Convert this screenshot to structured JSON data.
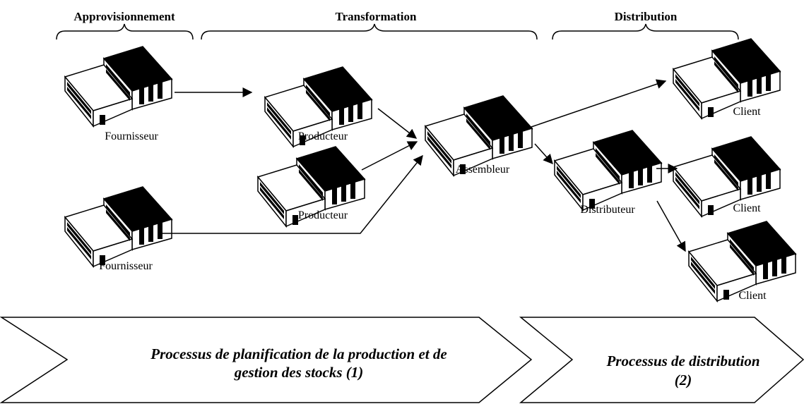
{
  "stages": {
    "supply": "Approvisionnement",
    "transformation": "Transformation",
    "distribution": "Distribution"
  },
  "nodes": {
    "supplier1": "Fournisseur",
    "supplier2": "Fournisseur",
    "producer1": "Producteur",
    "producer2": "Producteur",
    "assembler": "Assembleur",
    "distributor": "Distributeur",
    "client1": "Client",
    "client2": "Client",
    "client3": "Client"
  },
  "processes": {
    "planning": {
      "line1": "Processus de planification de la production et de",
      "line2": "gestion des stocks (1)"
    },
    "distribution": {
      "line1": "Processus de distribution",
      "line2": "(2)"
    }
  },
  "edges": [
    {
      "from": "Fournisseur",
      "to": "Producteur"
    },
    {
      "from": "Fournisseur",
      "to": "Assembleur"
    },
    {
      "from": "Producteur",
      "to": "Assembleur"
    },
    {
      "from": "Producteur",
      "to": "Assembleur"
    },
    {
      "from": "Assembleur",
      "to": "Client"
    },
    {
      "from": "Assembleur",
      "to": "Distributeur"
    },
    {
      "from": "Distributeur",
      "to": "Client"
    },
    {
      "from": "Distributeur",
      "to": "Client"
    }
  ]
}
